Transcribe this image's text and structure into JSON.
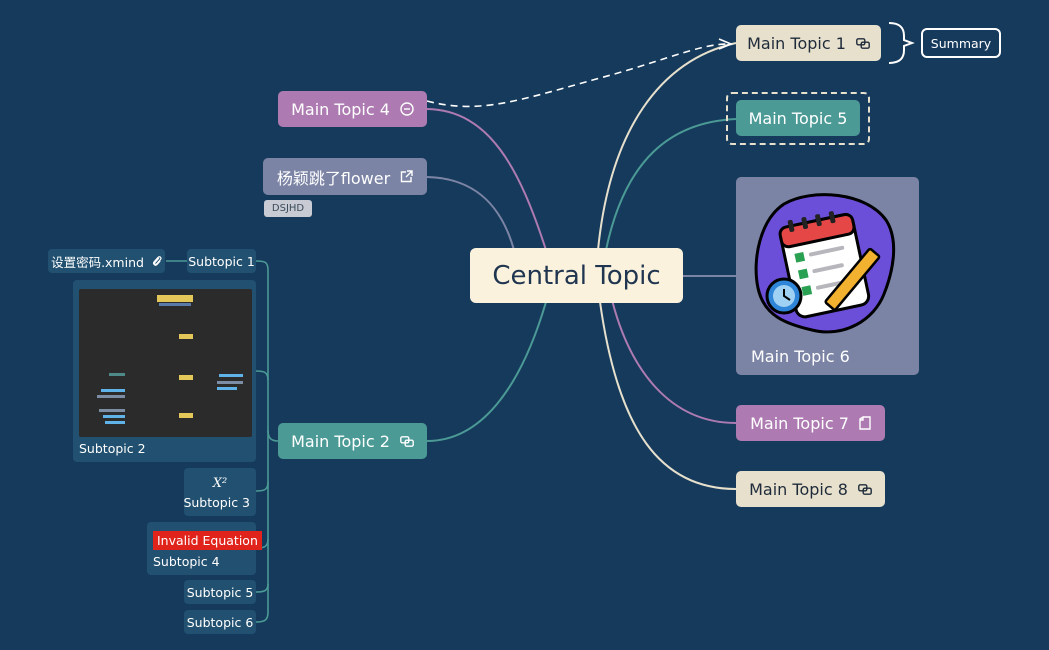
{
  "central": {
    "label": "Central Topic"
  },
  "right_topics": {
    "t1": {
      "label": "Main Topic 1"
    },
    "t5": {
      "label": "Main Topic 5"
    },
    "t6": {
      "label": "Main Topic 6"
    },
    "t7": {
      "label": "Main Topic 7"
    },
    "t8": {
      "label": "Main Topic 8"
    }
  },
  "summary": {
    "label": "Summary"
  },
  "left_topics": {
    "t4": {
      "label": "Main Topic 4"
    },
    "link": {
      "label": "杨颖跳了flower",
      "tag": "DSJHD"
    },
    "t2": {
      "label": "Main Topic 2"
    }
  },
  "subtopics": {
    "s1": {
      "label": "Subtopic 1",
      "attachment": "设置密码.xmind"
    },
    "s2": {
      "label": "Subtopic 2"
    },
    "s3": {
      "label": "Subtopic 3",
      "equation": "X²"
    },
    "s4": {
      "label": "Subtopic 4",
      "error": "Invalid Equation"
    },
    "s5": {
      "label": "Subtopic 5"
    },
    "s6": {
      "label": "Subtopic 6"
    }
  },
  "colors": {
    "background": "#163a5c",
    "central": "#fbf2dd",
    "beige": "#e6e0cd",
    "teal": "#4b9a96",
    "purple": "#ad7bb1",
    "slate": "#7b84a4",
    "subtopic": "#215070",
    "error": "#e0241b"
  },
  "icons": {
    "t1": "linked-topics-icon",
    "t7": "note-icon",
    "t8": "linked-topics-icon",
    "t4": "collapse-minus-icon",
    "link": "external-link-icon",
    "t2": "linked-topics-icon",
    "s1": "paperclip-icon",
    "t6_image": "calendar-checklist-illustration"
  }
}
